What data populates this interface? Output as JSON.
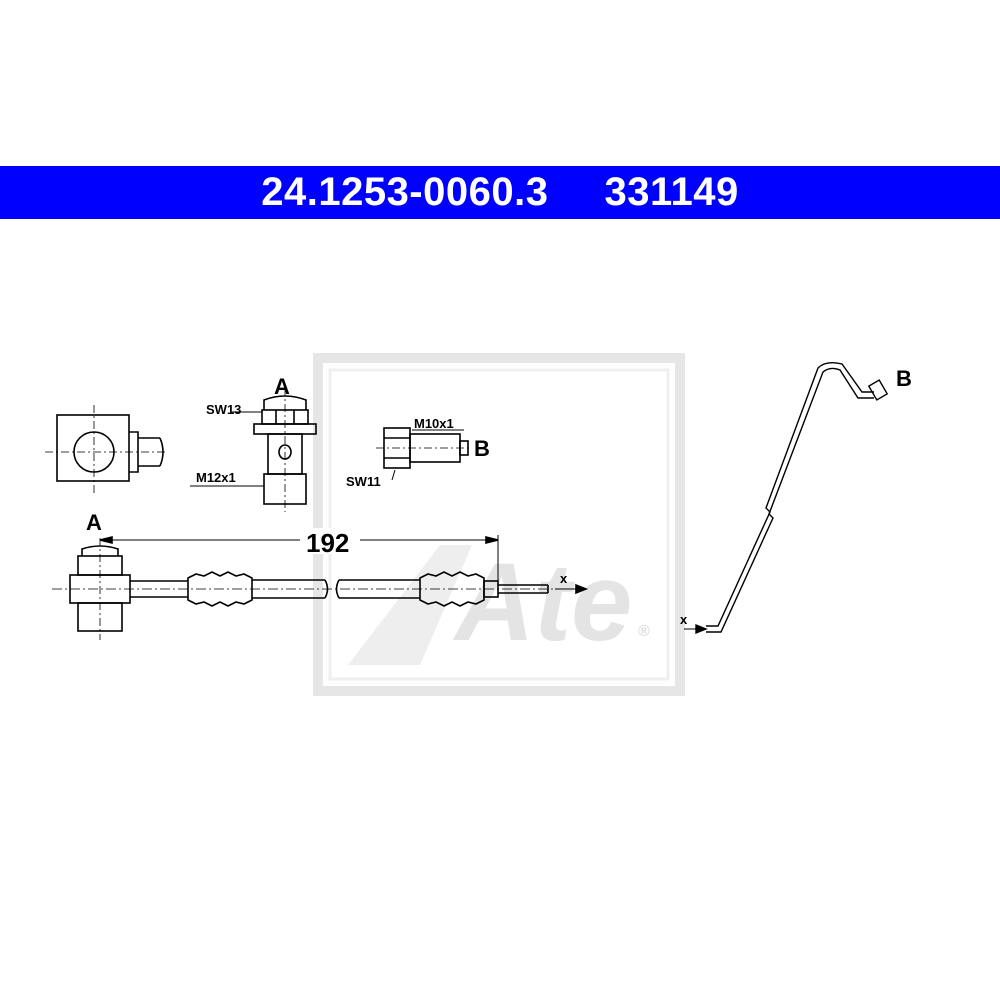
{
  "header": {
    "part_number": "24.1253-0060.3",
    "ref_number": "331149"
  },
  "colors": {
    "banner": "#0000ff",
    "line": "#000000",
    "watermark": "#e6e6e6"
  },
  "labels": {
    "detail_a": "A",
    "detail_b": "B",
    "sw_a": "SW13",
    "thread_a": "M12x1",
    "thread_b": "M10x1",
    "sw_b": "SW11",
    "hose_end_a": "A",
    "length": "192",
    "hose_x": "x",
    "route_x": "x",
    "route_b": "B"
  },
  "watermark": {
    "text": "Ate",
    "registered": "®"
  }
}
